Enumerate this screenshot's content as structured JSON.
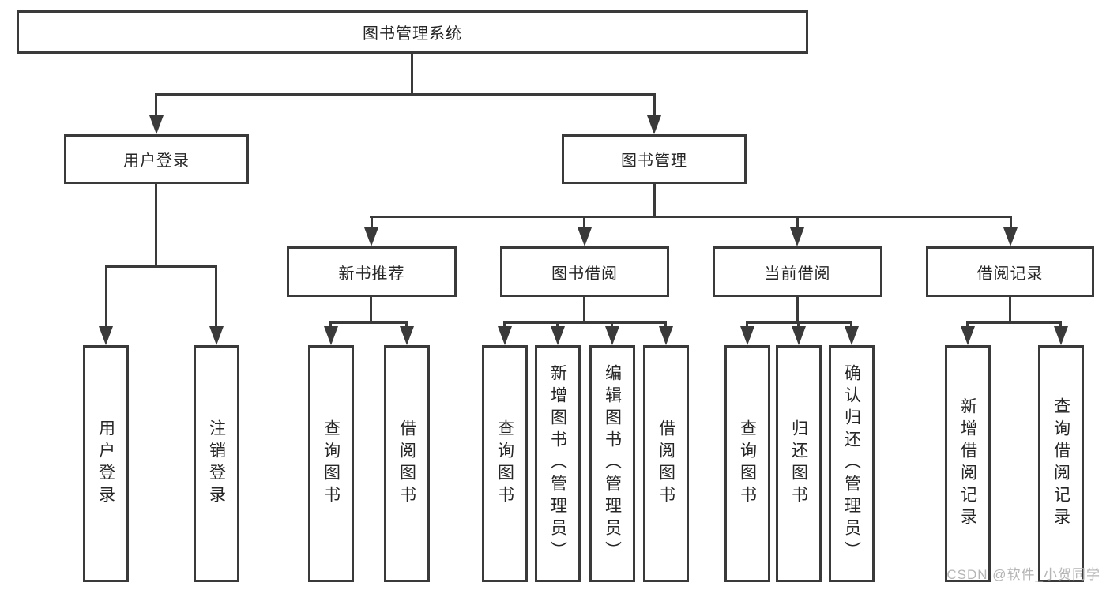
{
  "diagram": {
    "root": {
      "label": "图书管理系统"
    },
    "branches": [
      {
        "label": "用户登录",
        "children": [
          {
            "label": "用户登录"
          },
          {
            "label": "注销登录"
          }
        ]
      },
      {
        "label": "图书管理",
        "groups": [
          {
            "label": "新书推荐",
            "children": [
              {
                "label": "查询图书"
              },
              {
                "label": "借阅图书"
              }
            ]
          },
          {
            "label": "图书借阅",
            "children": [
              {
                "label": "查询图书"
              },
              {
                "label": "新增图书（管理员）"
              },
              {
                "label": "编辑图书（管理员）"
              },
              {
                "label": "借阅图书"
              }
            ]
          },
          {
            "label": "当前借阅",
            "children": [
              {
                "label": "查询图书"
              },
              {
                "label": "归还图书"
              },
              {
                "label": "确认归还（管理员）"
              }
            ]
          },
          {
            "label": "借阅记录",
            "children": [
              {
                "label": "新增借阅记录"
              },
              {
                "label": "查询借阅记录"
              }
            ]
          }
        ]
      }
    ],
    "watermark": "CSDN @软件_小贺同学",
    "colors": {
      "line": "#3a3a3a",
      "text": "#262626",
      "background": "#ffffff",
      "watermark": "#b5b5b5"
    }
  }
}
